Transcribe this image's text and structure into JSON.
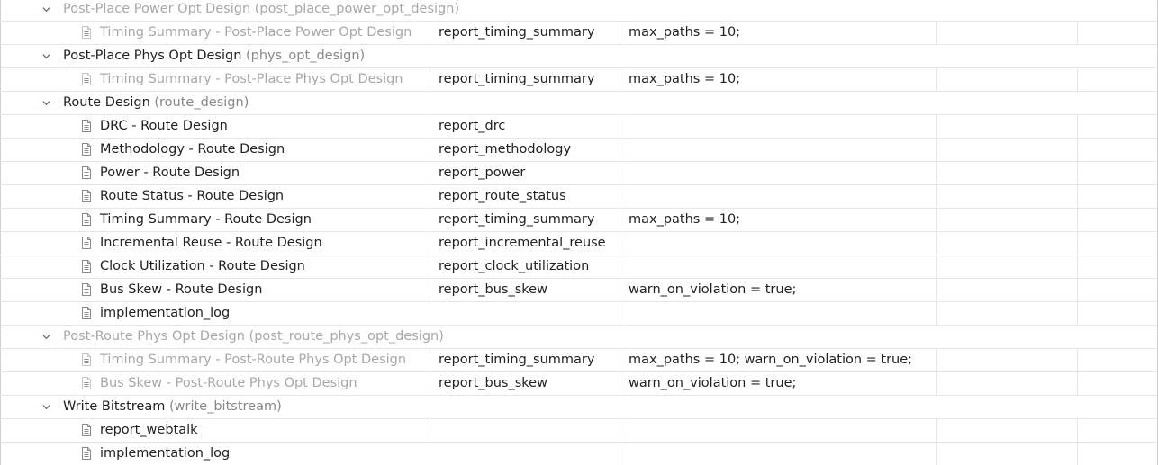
{
  "rows": [
    {
      "kind": "group",
      "name": "Post-Place Power Opt Design",
      "id": "(post_place_power_opt_design)",
      "disabled": true
    },
    {
      "kind": "report",
      "name": "Timing Summary - Post-Place Power Opt Design",
      "command": "report_timing_summary",
      "options": "max_paths = 10;",
      "disabled": true
    },
    {
      "kind": "group",
      "name": "Post-Place Phys Opt Design",
      "id": "(phys_opt_design)",
      "disabled": false
    },
    {
      "kind": "report",
      "name": "Timing Summary - Post-Place Phys Opt Design",
      "command": "report_timing_summary",
      "options": "max_paths = 10;",
      "disabled": true
    },
    {
      "kind": "group",
      "name": "Route Design",
      "id": "(route_design)",
      "disabled": false
    },
    {
      "kind": "report",
      "name": "DRC - Route Design",
      "command": "report_drc",
      "options": "",
      "disabled": false
    },
    {
      "kind": "report",
      "name": "Methodology - Route Design",
      "command": "report_methodology",
      "options": "",
      "disabled": false
    },
    {
      "kind": "report",
      "name": "Power - Route Design",
      "command": "report_power",
      "options": "",
      "disabled": false
    },
    {
      "kind": "report",
      "name": "Route Status - Route Design",
      "command": "report_route_status",
      "options": "",
      "disabled": false
    },
    {
      "kind": "report",
      "name": "Timing Summary - Route Design",
      "command": "report_timing_summary",
      "options": "max_paths = 10;",
      "disabled": false
    },
    {
      "kind": "report",
      "name": "Incremental Reuse - Route Design",
      "command": "report_incremental_reuse",
      "options": "",
      "disabled": false
    },
    {
      "kind": "report",
      "name": "Clock Utilization - Route Design",
      "command": "report_clock_utilization",
      "options": "",
      "disabled": false
    },
    {
      "kind": "report",
      "name": "Bus Skew - Route Design",
      "command": "report_bus_skew",
      "options": "warn_on_violation = true;",
      "disabled": false
    },
    {
      "kind": "report",
      "name": "implementation_log",
      "command": "",
      "options": "",
      "disabled": false
    },
    {
      "kind": "group",
      "name": "Post-Route Phys Opt Design",
      "id": "(post_route_phys_opt_design)",
      "disabled": true
    },
    {
      "kind": "report",
      "name": "Timing Summary - Post-Route Phys Opt Design",
      "command": "report_timing_summary",
      "options": "max_paths = 10; warn_on_violation = true;",
      "disabled": true
    },
    {
      "kind": "report",
      "name": "Bus Skew - Post-Route Phys Opt Design",
      "command": "report_bus_skew",
      "options": "warn_on_violation = true;",
      "disabled": true
    },
    {
      "kind": "group",
      "name": "Write Bitstream",
      "id": "(write_bitstream)",
      "disabled": false
    },
    {
      "kind": "report",
      "name": "report_webtalk",
      "command": "",
      "options": "",
      "disabled": false
    },
    {
      "kind": "report",
      "name": "implementation_log",
      "command": "",
      "options": "",
      "disabled": false
    }
  ],
  "icons": {
    "group": "chevron-down-icon",
    "report": "document-icon"
  }
}
